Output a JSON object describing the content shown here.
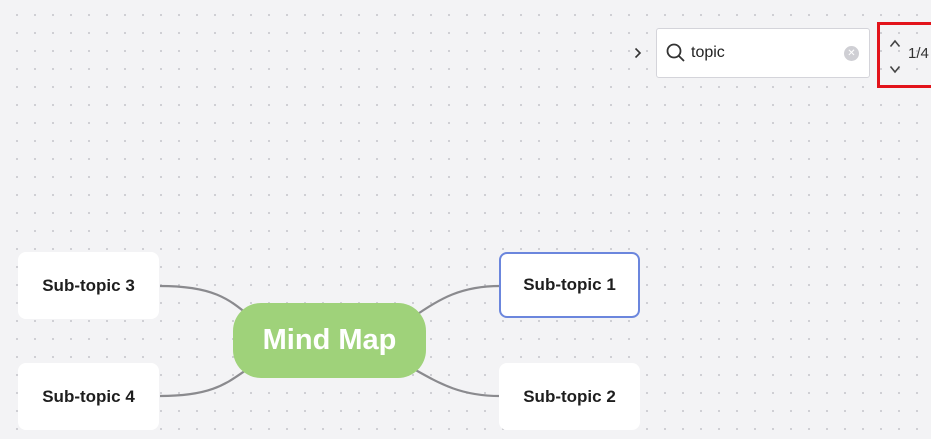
{
  "search": {
    "query": "topic",
    "match_counter": "1/4"
  },
  "mindmap": {
    "central": "Mind Map",
    "nodes": {
      "sub1": "Sub-topic 1",
      "sub2": "Sub-topic 2",
      "sub3": "Sub-topic 3",
      "sub4": "Sub-topic 4"
    },
    "selected_node": "Sub-topic 1"
  },
  "colors": {
    "central_fill": "#9fd27a",
    "selected_border": "#6b86dd",
    "highlight_box": "#e2131a",
    "connector": "#8a8a8e"
  },
  "icons": {
    "expand": "chevron-right-icon",
    "search": "search-icon",
    "clear": "clear-icon",
    "prev": "chevron-up-icon",
    "next": "chevron-down-icon"
  }
}
